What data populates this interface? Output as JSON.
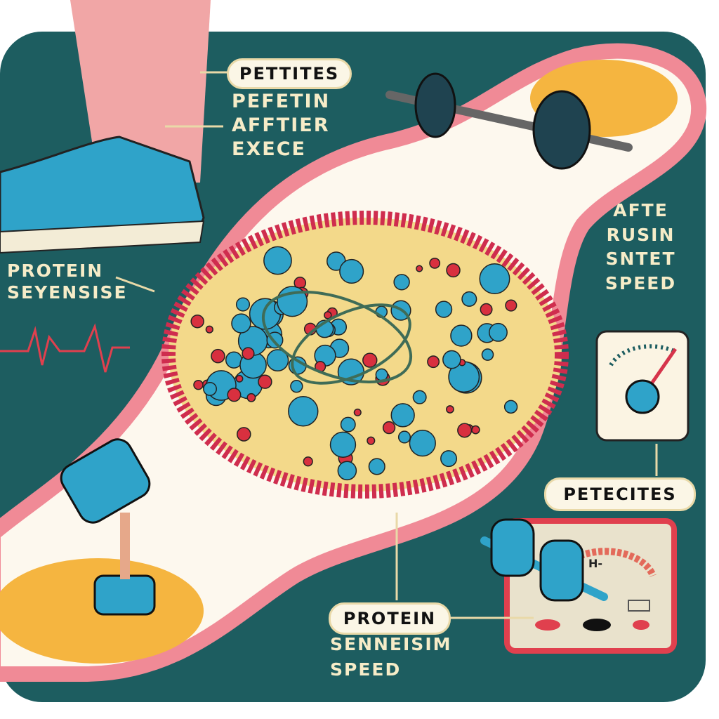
{
  "labels": {
    "top_pill": "PETTITES",
    "top_text": [
      "PEFETIN",
      "AFFTIER",
      "EXECE"
    ],
    "left_text": [
      "PROTEIN",
      "SEYENSISE"
    ],
    "right_text": [
      "AFTE",
      "RUSIN",
      "SNTET",
      "SPEED"
    ],
    "right_pill": "PETECITES",
    "bottom_pill": "PROTEIN",
    "bottom_text": [
      "SENNEISIM",
      "SPEED"
    ],
    "panel_readout": "H-"
  },
  "colors": {
    "background_panel": "#1d5d60",
    "channel_border": "#f08a96",
    "cell_fill": "#f3d98a",
    "cell_membrane": "#cf2d4e",
    "protein_blue": "#2fa3c9",
    "label_text": "#f6ecc8"
  }
}
